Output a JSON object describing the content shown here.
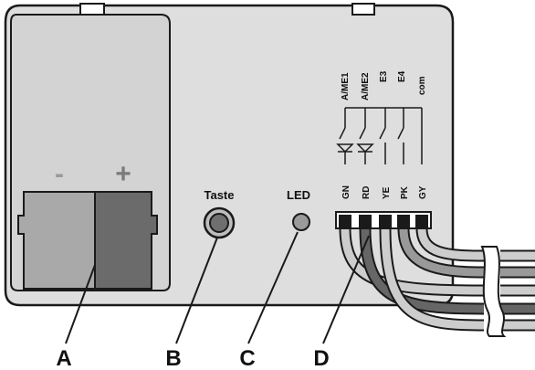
{
  "polarity": {
    "minus": "-",
    "plus": "+"
  },
  "button_label": "Taste",
  "led_label": "LED",
  "terminals": {
    "top": [
      "A/ME1",
      "A/ME2",
      "E3",
      "E4",
      "com"
    ],
    "pins": [
      "GN",
      "RD",
      "YE",
      "PK",
      "GY"
    ]
  },
  "callouts": [
    "A",
    "B",
    "C",
    "D"
  ],
  "colors": {
    "housing": "#dedede",
    "panel": "#d5d5d5",
    "outline": "#1a1a1a",
    "contact_minus": "#a9a9a9",
    "contact_plus": "#6b6b6b",
    "wire_light": "#cdcdcd",
    "wire_mid": "#999999",
    "wire_dark": "#666666"
  }
}
